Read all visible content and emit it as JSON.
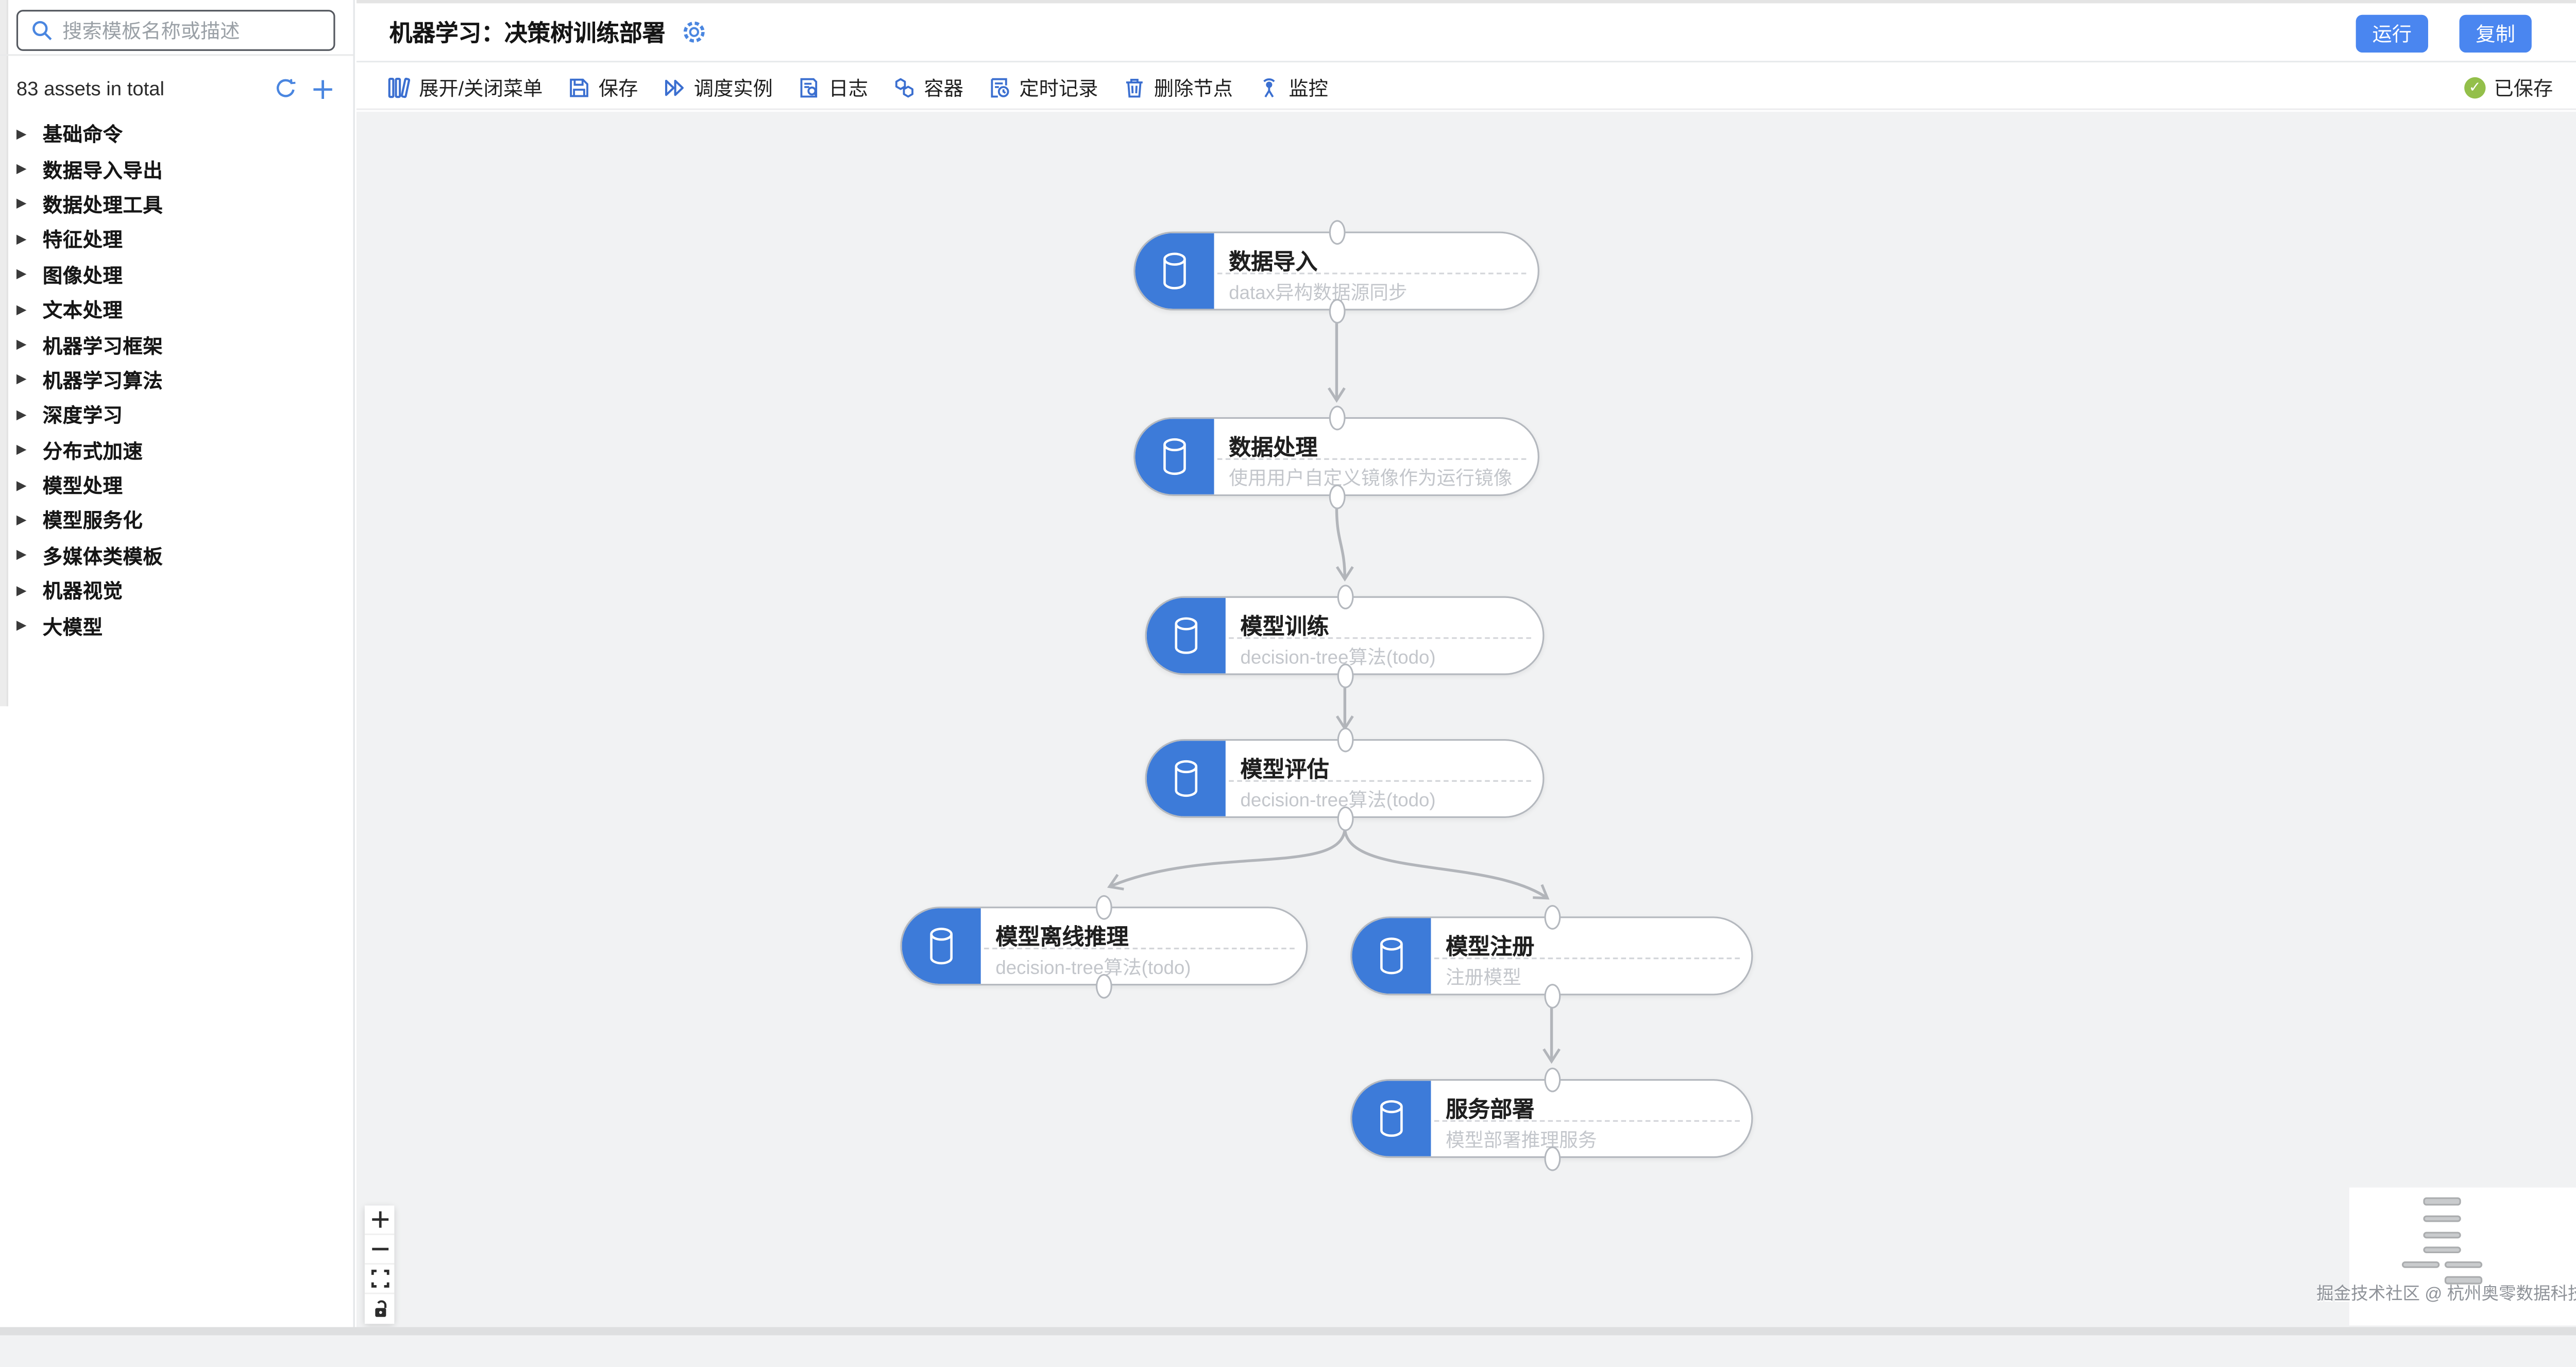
{
  "header": {
    "title": "机器学习：决策树训练部署",
    "run_label": "运行",
    "copy_label": "复制"
  },
  "toolbar": {
    "items": [
      {
        "icon": "menu-icon",
        "label": "展开/关闭菜单"
      },
      {
        "icon": "save-icon",
        "label": "保存"
      },
      {
        "icon": "schedule-icon",
        "label": "调度实例"
      },
      {
        "icon": "logs-icon",
        "label": "日志"
      },
      {
        "icon": "container-icon",
        "label": "容器"
      },
      {
        "icon": "timer-icon",
        "label": "定时记录"
      },
      {
        "icon": "trash-icon",
        "label": "删除节点"
      },
      {
        "icon": "monitor-icon",
        "label": "监控"
      }
    ],
    "saved_label": "已保存"
  },
  "sidebar": {
    "search_placeholder": "搜索模板名称或描述",
    "assets_total": "83 assets in total",
    "action_icons": [
      "refresh-icon",
      "plus-icon"
    ],
    "categories": [
      "基础命令",
      "数据导入导出",
      "数据处理工具",
      "特征处理",
      "图像处理",
      "文本处理",
      "机器学习框架",
      "机器学习算法",
      "深度学习",
      "分布式加速",
      "模型处理",
      "模型服务化",
      "多媒体类模板",
      "机器视觉",
      "大模型"
    ]
  },
  "canvas": {
    "nodes": [
      {
        "title": "数据导入",
        "subtitle": "datax异构数据源同步"
      },
      {
        "title": "数据处理",
        "subtitle": "使用用户自定义镜像作为运行镜像"
      },
      {
        "title": "模型训练",
        "subtitle": "decision-tree算法(todo)"
      },
      {
        "title": "模型评估",
        "subtitle": "decision-tree算法(todo)"
      },
      {
        "title": "模型离线推理",
        "subtitle": "decision-tree算法(todo)"
      },
      {
        "title": "模型注册",
        "subtitle": "注册模型"
      },
      {
        "title": "服务部署",
        "subtitle": "模型部署推理服务"
      }
    ],
    "edges": [
      "数据导入→数据处理",
      "数据处理→模型训练",
      "模型训练→模型评估",
      "模型评估→模型离线推理",
      "模型评估→模型注册",
      "模型注册→服务部署"
    ],
    "node_icon": "database-icon"
  },
  "zoom_controls": [
    "zoom-in",
    "zoom-out",
    "fit-view",
    "lock"
  ],
  "watermark": {
    "text": "掘金技术社区 @ 杭州奥零数据科技"
  },
  "colors": {
    "button_blue": "#4a86f0",
    "node_blue": "#3d7bd9",
    "icon_blue": "#3b6fd0",
    "saved_green": "#93bf4a",
    "canvas_bg": "#f1f2f3",
    "edge_gray": "#b2b5ba"
  }
}
